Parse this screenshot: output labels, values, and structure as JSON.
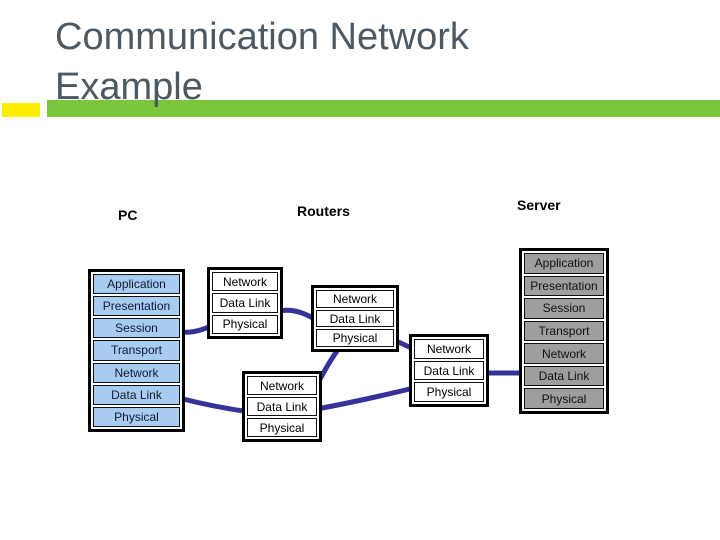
{
  "slide": {
    "title": "Communication Network Example",
    "title_color": "#4C5963",
    "accent_green": "#7CC63D",
    "accent_yellow": "#FCEF00",
    "background": "#FFFFFF"
  },
  "diagram": {
    "line_color": "#333399",
    "labels": {
      "pc": "PC",
      "routers": "Routers",
      "server": "Server"
    },
    "stacks": {
      "pc": {
        "fill": "#A8CBF0",
        "layers": [
          "Application",
          "Presentation",
          "Session",
          "Transport",
          "Network",
          "Data Link",
          "Physical"
        ]
      },
      "router1": {
        "fill": "#FFFFFF",
        "layers": [
          "Network",
          "Data Link",
          "Physical"
        ]
      },
      "router2": {
        "fill": "#FFFFFF",
        "layers": [
          "Network",
          "Data Link",
          "Physical"
        ]
      },
      "router3": {
        "fill": "#FFFFFF",
        "layers": [
          "Network",
          "Data Link",
          "Physical"
        ]
      },
      "router4": {
        "fill": "#FFFFFF",
        "layers": [
          "Network",
          "Data Link",
          "Physical"
        ]
      },
      "server": {
        "fill": "#9E9E9E",
        "layers": [
          "Application",
          "Presentation",
          "Session",
          "Transport",
          "Network",
          "Data Link",
          "Physical"
        ]
      }
    },
    "connections": [
      {
        "from": "pc",
        "to": "router1"
      },
      {
        "from": "router1",
        "to": "router2"
      },
      {
        "from": "pc",
        "to": "router3"
      },
      {
        "from": "router2",
        "to": "router3"
      },
      {
        "from": "router2",
        "to": "router4"
      },
      {
        "from": "router3",
        "to": "router4"
      },
      {
        "from": "router4",
        "to": "server"
      }
    ]
  }
}
